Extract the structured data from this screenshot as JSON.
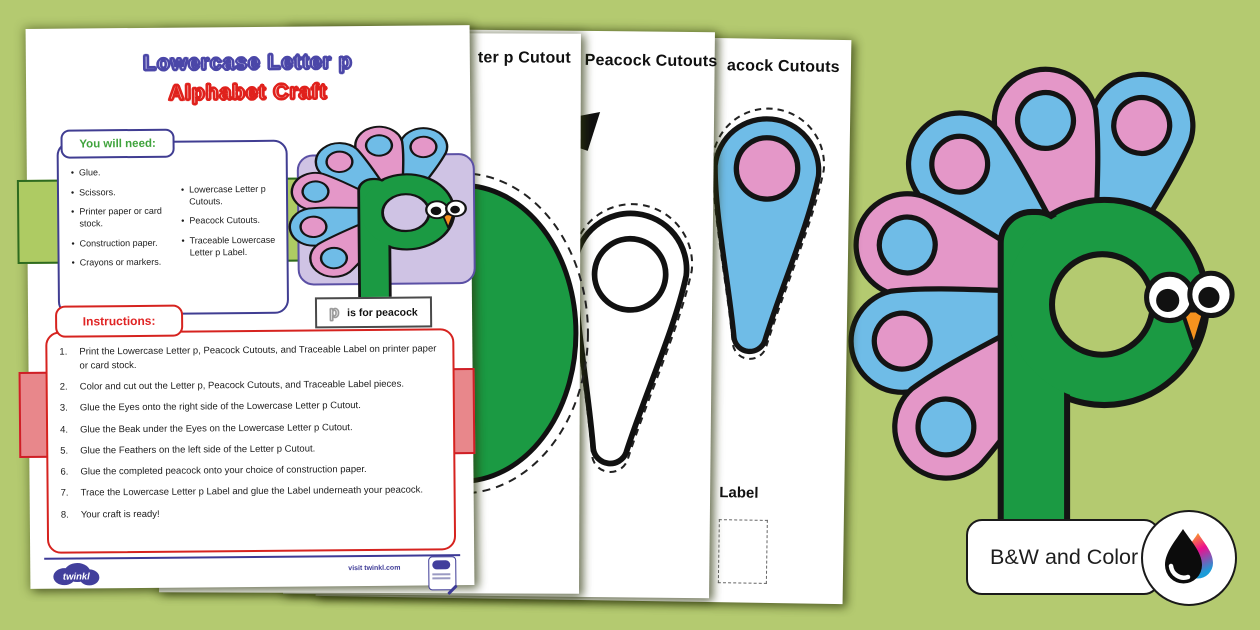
{
  "colors": {
    "background": "#b4ca70",
    "peacock_green": "#1b9a43",
    "feather_pink": "#e497c8",
    "feather_blue": "#6fbce7",
    "beak_orange": "#f6921e",
    "title_blue": "#4b47a8",
    "title_red": "#e0211c",
    "box_navy": "#403d92",
    "box_red": "#d6231f",
    "band_green": "#aecb63",
    "band_red": "#e8878b",
    "lavender_panel": "#cfc3e4",
    "twinkl_purple": "#3d3a96"
  },
  "page1": {
    "title_line1": "Lowercase Letter p",
    "title_line2": "Alphabet Craft",
    "you_will_need": {
      "header": "You will need:",
      "items_left": [
        "Glue.",
        "Scissors.",
        "Printer paper or card stock.",
        "Construction paper.",
        "Crayons or markers."
      ],
      "items_right": [
        "Lowercase Letter p Cutouts.",
        "Peacock Cutouts.",
        "Traceable Lowercase Letter p Label."
      ]
    },
    "letter_label": {
      "letter": "p",
      "text": "is for peacock"
    },
    "instructions": {
      "header": "Instructions:",
      "steps": [
        "Print the Lowercase Letter p, Peacock Cutouts, and Traceable Label on printer paper or card stock.",
        "Color and cut out the Letter p, Peacock Cutouts, and Traceable Label pieces.",
        "Glue the Eyes onto the right side of the Lowercase Letter p Cutout.",
        "Glue the Beak under the Eyes on the Lowercase Letter p Cutout.",
        "Glue the Feathers on the left side of the Letter p Cutout.",
        "Glue the completed peacock onto your choice of construction paper.",
        "Trace the Lowercase Letter p Label and glue the Label underneath your peacock.",
        "Your craft is ready!"
      ]
    },
    "footer": {
      "logo_text": "twinkl",
      "visit_text": "visit twinkl.com"
    }
  },
  "page2": {
    "header_fragment": "ter p Cutout"
  },
  "page3": {
    "header": "Peacock Cutouts"
  },
  "page4": {
    "header_fragment": "acock Cutouts",
    "label_fragment": "Label"
  },
  "badge": {
    "label": "B&W and Color"
  }
}
